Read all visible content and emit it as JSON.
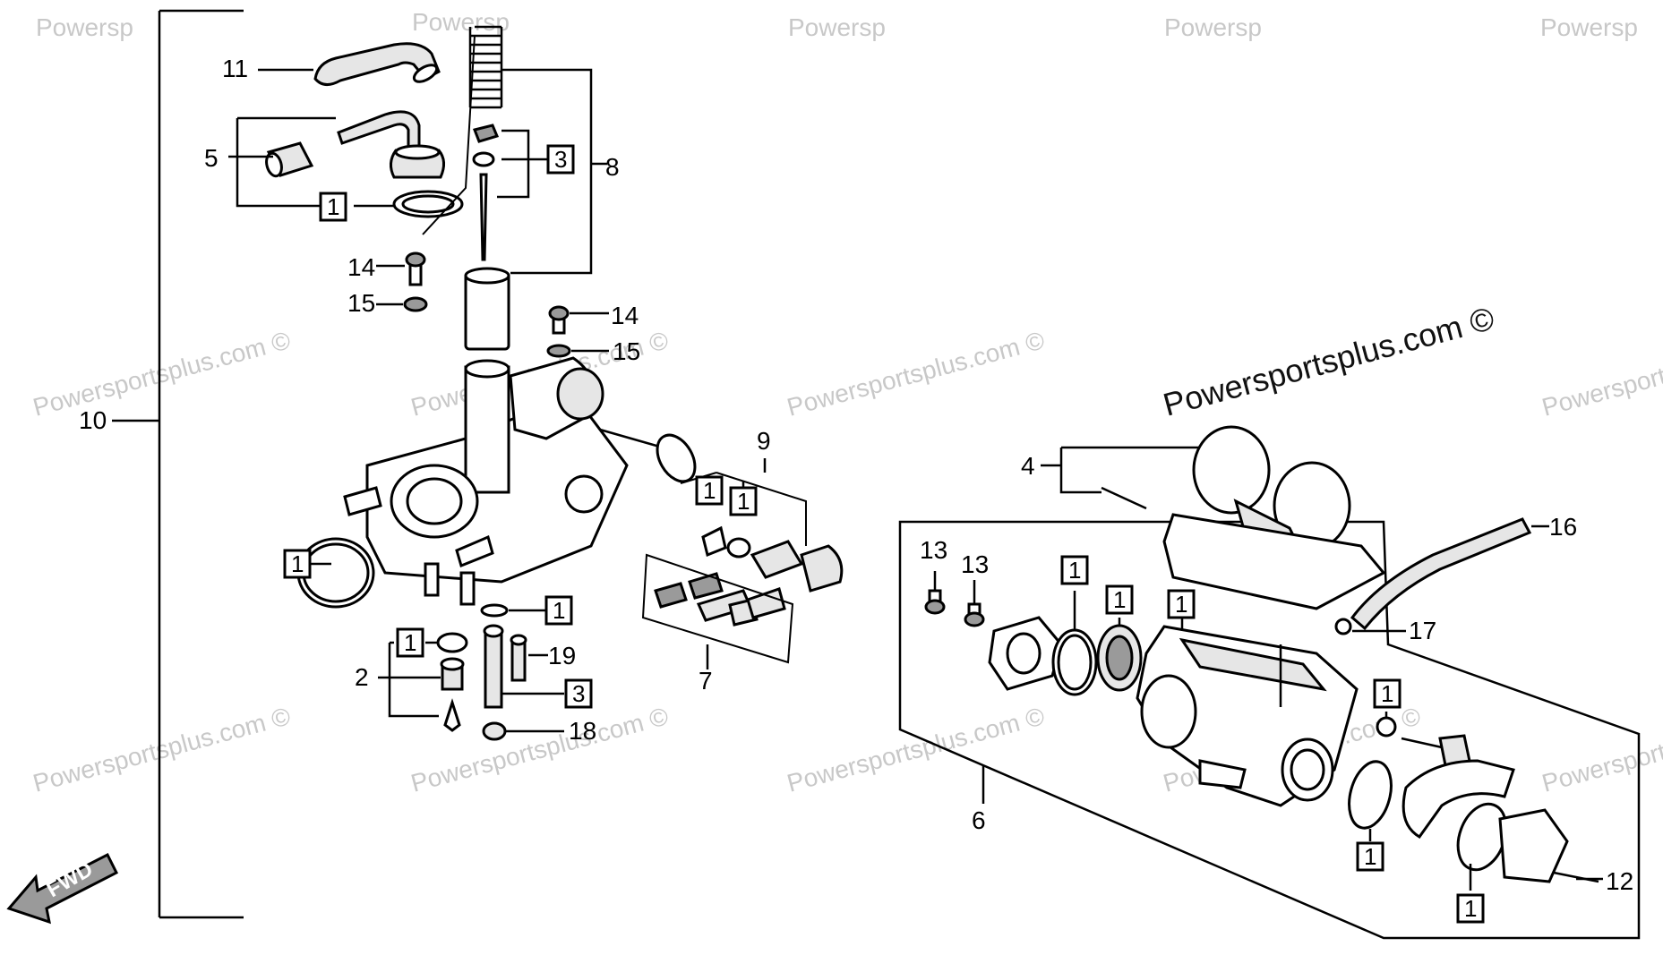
{
  "watermarks": {
    "text": "Powersportsplus.com ©",
    "fragment": "Powersp",
    "main": "Powersportsplus.com ©"
  },
  "callouts": {
    "c2": "2",
    "c4": "4",
    "c5": "5",
    "c6": "6",
    "c7": "7",
    "c8": "8",
    "c9": "9",
    "c10": "10",
    "c11": "11",
    "c12": "12",
    "c13a": "13",
    "c13b": "13",
    "c14a": "14",
    "c14b": "14",
    "c15a": "15",
    "c15b": "15",
    "c16": "16",
    "c17": "17",
    "c18": "18",
    "c19": "19"
  },
  "kit_boxes": {
    "kit1": "1",
    "kit3": "3"
  },
  "fwd_label": "FWD"
}
